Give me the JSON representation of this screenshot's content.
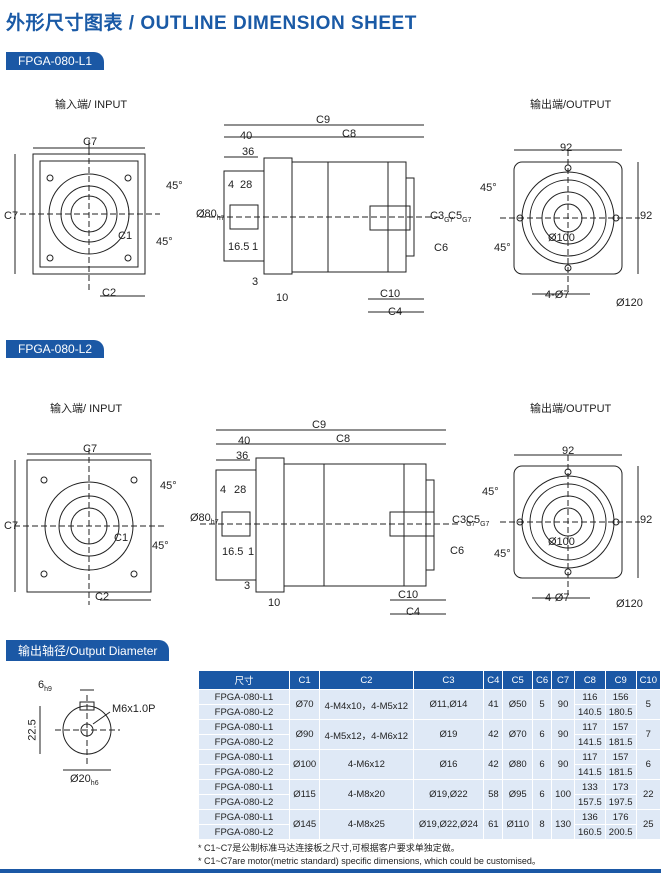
{
  "page": {
    "title": "外形尺寸图表 / OUTLINE DIMENSION SHEET",
    "section1_tag": "FPGA-080-L1",
    "section2_tag": "FPGA-080-L2",
    "section3_tag": "输出轴径/Output Diameter",
    "input_label": "输入端/ INPUT",
    "output_label": "输出端/OUTPUT"
  },
  "dims": {
    "c9": "C9",
    "c8": "C8",
    "c7": "C7",
    "c2": "C2",
    "c1": "C1",
    "c10": "C10",
    "c4": "C4",
    "c6": "C6",
    "c3": "C3",
    "c3sub": "G7",
    "c5": "C5",
    "c5sub": "G7",
    "d40": "40",
    "d36": "36",
    "d4": "4",
    "d28": "28",
    "d80": "Ø80",
    "d80sub": "h7",
    "d16_5": "16.5",
    "d1": "1",
    "d3": "3",
    "d10": "10",
    "d92": "92",
    "d100": "Ø100",
    "d120": "Ø120",
    "holes": "4-Ø7",
    "angle": "45°"
  },
  "shaft": {
    "w6": "6",
    "w6sub": "h9",
    "thread": "M6x1.0P",
    "d22_5": "22.5",
    "d20": "Ø20",
    "d20sub": "h6"
  },
  "table": {
    "headers": [
      "尺寸",
      "C1",
      "C2",
      "C3",
      "C4",
      "C5",
      "C6",
      "C7",
      "C8",
      "C9",
      "C10"
    ],
    "groups": [
      {
        "models": [
          "FPGA-080-L1",
          "FPGA-080-L2"
        ],
        "c1": "Ø70",
        "c2": "4-M4x10，4-M5x12",
        "c3": "Ø11,Ø14",
        "c4": "41",
        "c5": "Ø50",
        "c6": "5",
        "c7": "90",
        "c8": [
          "116",
          "140.5"
        ],
        "c9": [
          "156",
          "180.5"
        ],
        "c10": "5"
      },
      {
        "models": [
          "FPGA-080-L1",
          "FPGA-080-L2"
        ],
        "c1": "Ø90",
        "c2": "4-M5x12，4-M6x12",
        "c3": "Ø19",
        "c4": "42",
        "c5": "Ø70",
        "c6": "6",
        "c7": "90",
        "c8": [
          "117",
          "141.5"
        ],
        "c9": [
          "157",
          "181.5"
        ],
        "c10": "7"
      },
      {
        "models": [
          "FPGA-080-L1",
          "FPGA-080-L2"
        ],
        "c1": "Ø100",
        "c2": "4-M6x12",
        "c3": "Ø16",
        "c4": "42",
        "c5": "Ø80",
        "c6": "6",
        "c7": "90",
        "c8": [
          "117",
          "141.5"
        ],
        "c9": [
          "157",
          "181.5"
        ],
        "c10": "6"
      },
      {
        "models": [
          "FPGA-080-L1",
          "FPGA-080-L2"
        ],
        "c1": "Ø115",
        "c2": "4-M8x20",
        "c3": "Ø19,Ø22",
        "c4": "58",
        "c5": "Ø95",
        "c6": "6",
        "c7": "100",
        "c8": [
          "133",
          "157.5"
        ],
        "c9": [
          "173",
          "197.5"
        ],
        "c10": "22"
      },
      {
        "models": [
          "FPGA-080-L1",
          "FPGA-080-L2"
        ],
        "c1": "Ø145",
        "c2": "4-M8x25",
        "c3": "Ø19,Ø22,Ø24",
        "c4": "61",
        "c5": "Ø110",
        "c6": "8",
        "c7": "130",
        "c8": [
          "136",
          "160.5"
        ],
        "c9": [
          "176",
          "200.5"
        ],
        "c10": "25"
      }
    ],
    "note1": "* C1~C7是公制标准马达连接板之尺寸,可根据客户要求单独定做。",
    "note2": "* C1~C7are motor(metric standard)  specific dimensions, which could be customised。"
  }
}
